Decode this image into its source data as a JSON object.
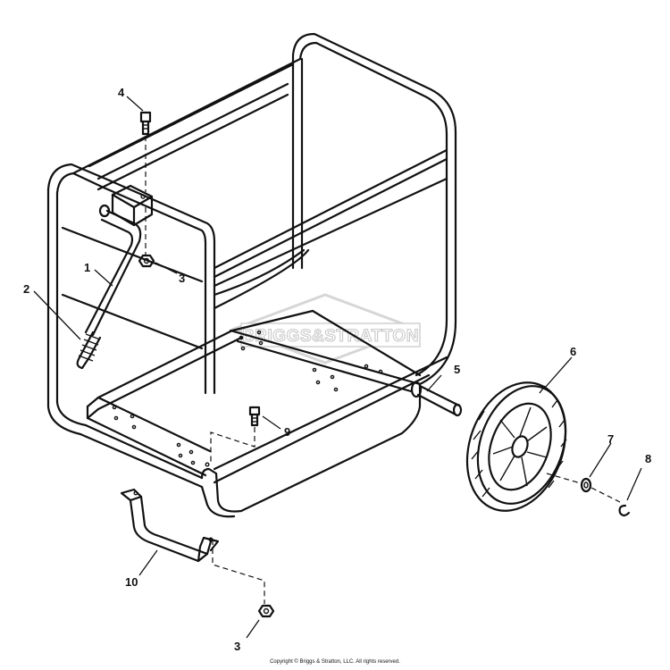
{
  "watermark": "BRIGGS&STRATTON",
  "copyright": "Copyright © Briggs & Stratton, LLC. All rights reserved.",
  "callouts": {
    "p1": "1",
    "p2": "2",
    "p3a": "3",
    "p3b": "3",
    "p4": "4",
    "p5": "5",
    "p6": "6",
    "p7": "7",
    "p8": "8",
    "p9": "9",
    "p10": "10"
  }
}
